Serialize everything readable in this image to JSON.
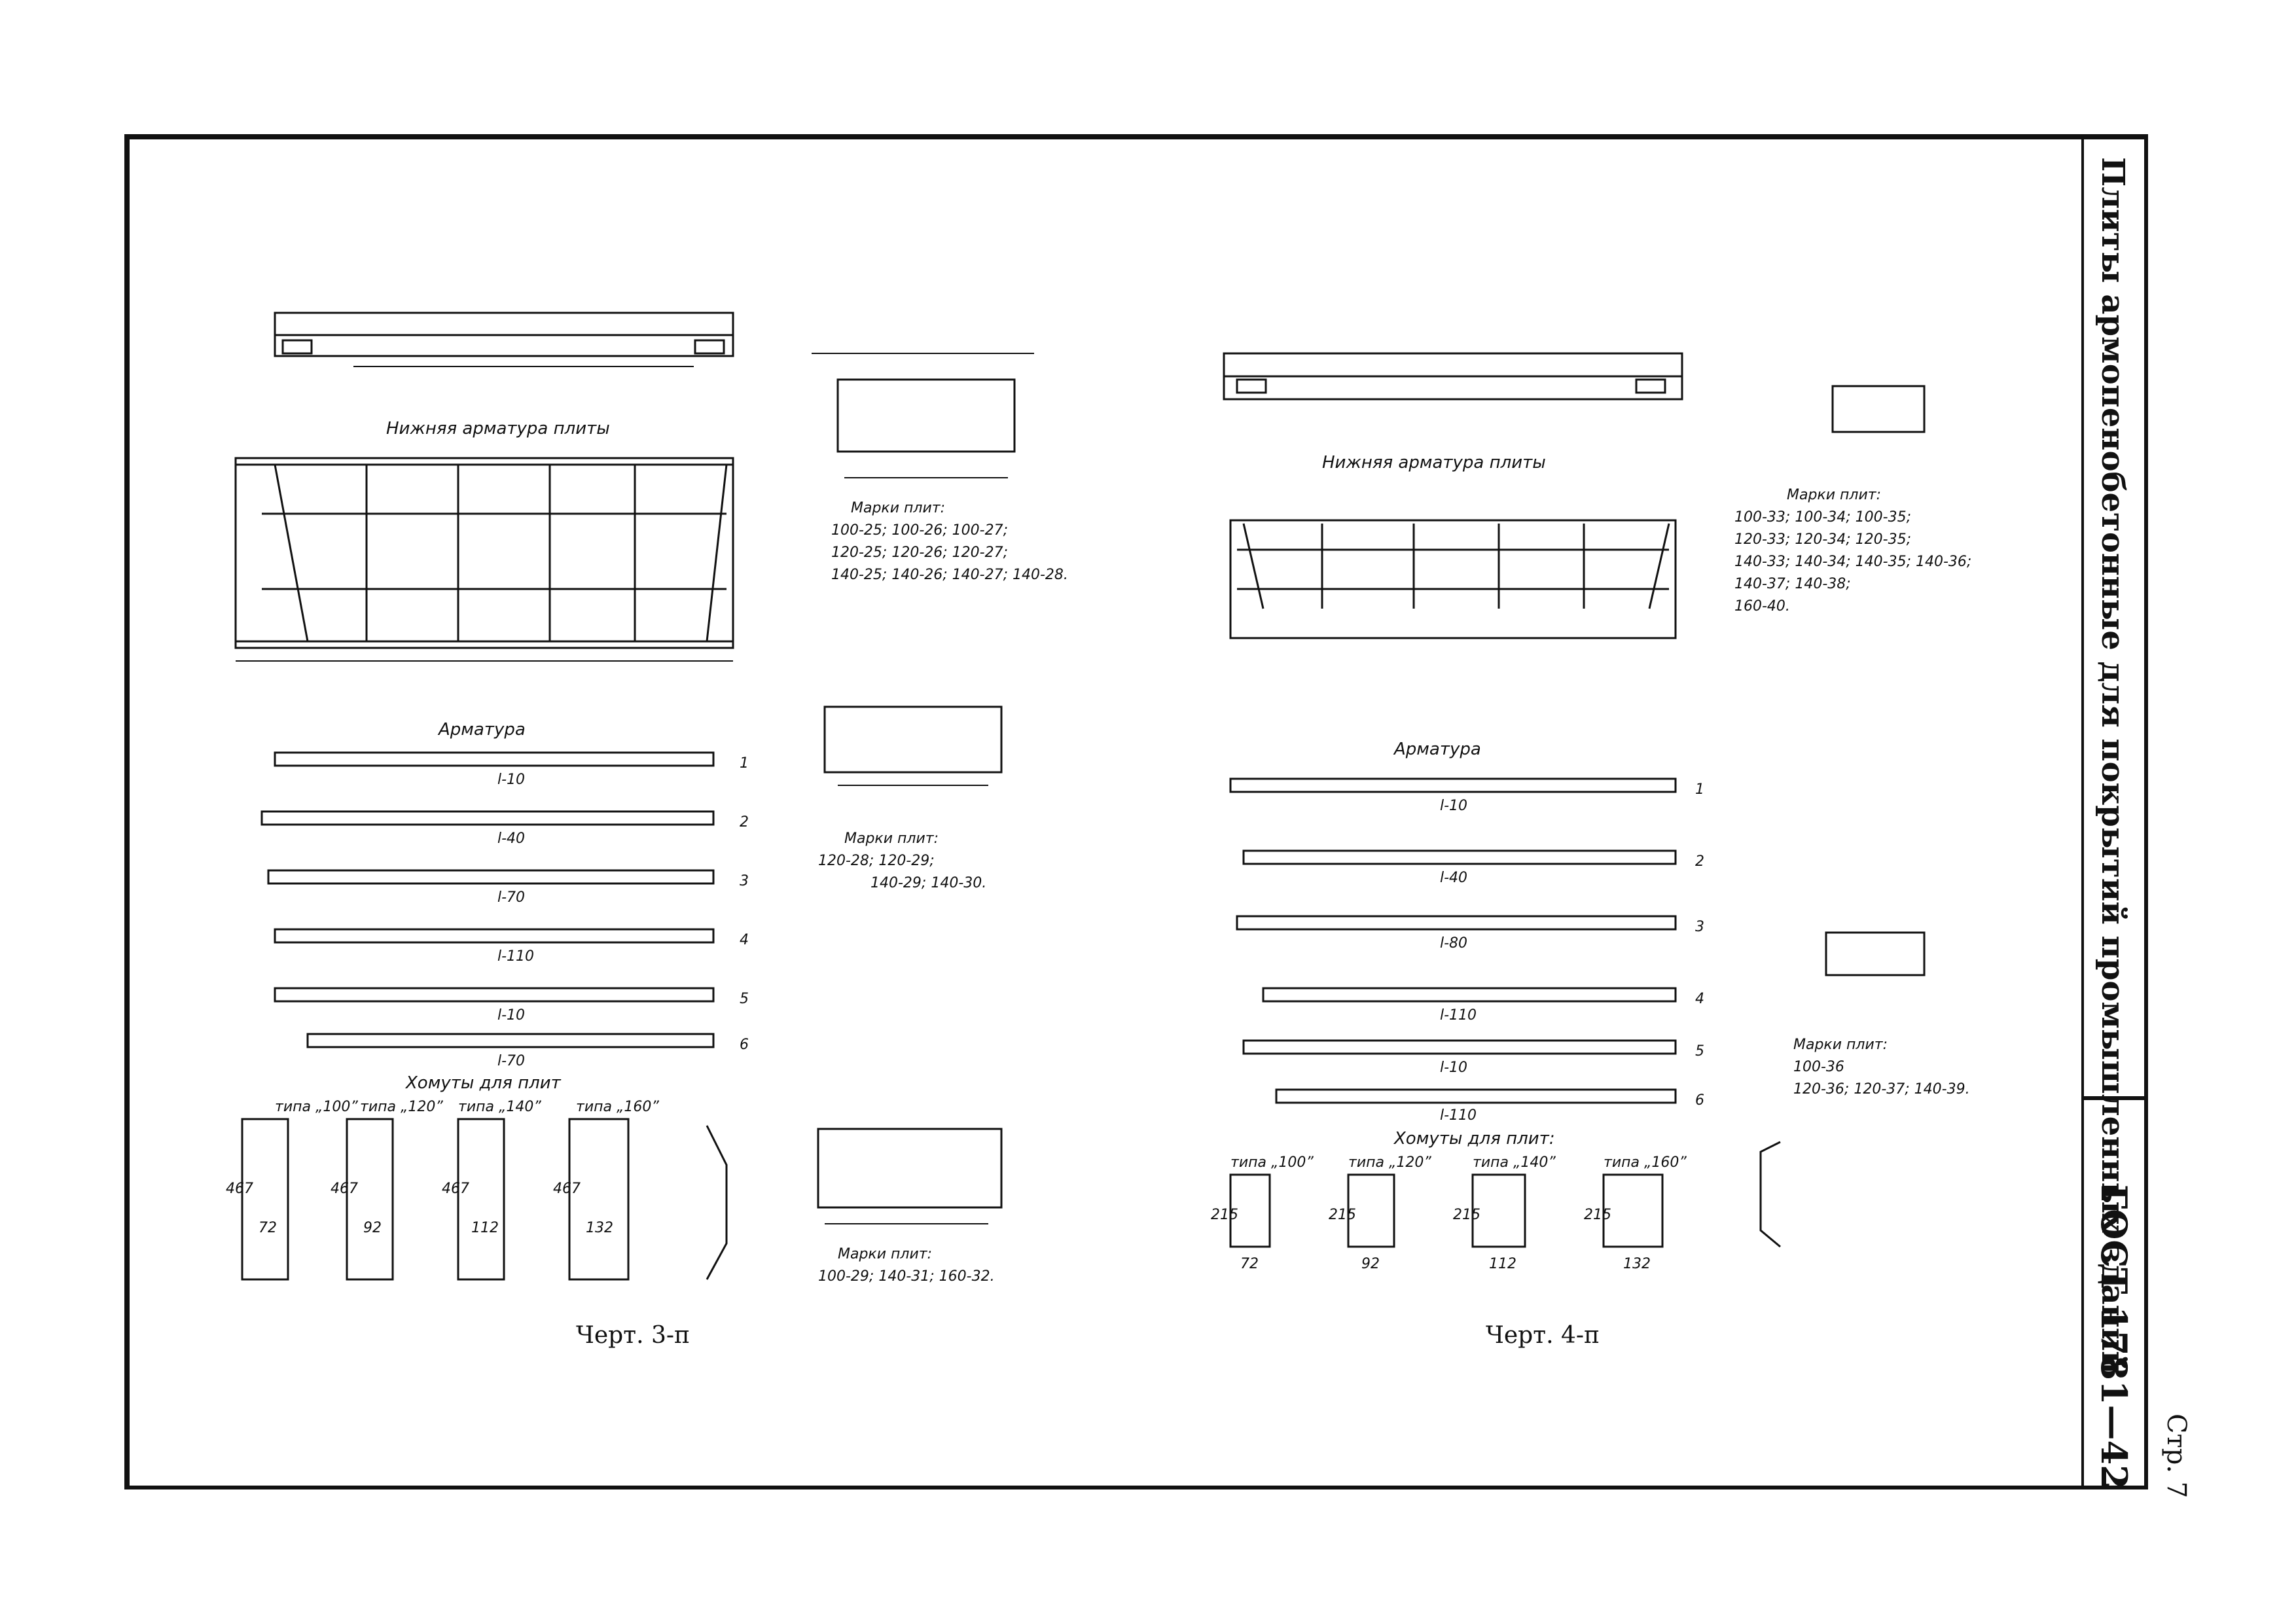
{
  "side": {
    "title": "Плиты армопенобетонные для покрытий промышленных зданий",
    "standard": "ГОСТ 1781—42",
    "page": "Стр. 7"
  },
  "sheet3": {
    "caption": "Черт. 3-п",
    "bottom_rebar_title": "Нижняя арматура плиты",
    "rebar_title": "Арматура",
    "stirrups_title": "Хомуты для плит",
    "marks_title": "Марки плит:",
    "marks_a": [
      "100-25; 100-26; 100-27;",
      "120-25; 120-26; 120-27;",
      "140-25; 140-26; 140-27; 140-28."
    ],
    "marks_b": [
      "120-28; 120-29;",
      "140-29; 140-30."
    ],
    "marks_c": [
      "100-29; 140-31; 160-32."
    ],
    "bars": [
      {
        "no": "1",
        "len": "l-10"
      },
      {
        "no": "2",
        "len": "l-40"
      },
      {
        "no": "3",
        "len": "l-70"
      },
      {
        "no": "4",
        "len": "l-110"
      },
      {
        "no": "5",
        "len": "l-10"
      },
      {
        "no": "6",
        "len": "l-70"
      }
    ],
    "stirrups": [
      {
        "type": "типа „100”",
        "h": "467",
        "w": "72"
      },
      {
        "type": "типа „120”",
        "h": "467",
        "w": "92"
      },
      {
        "type": "типа „140”",
        "h": "467",
        "w": "112"
      },
      {
        "type": "типа „160”",
        "h": "467",
        "w": "132"
      }
    ]
  },
  "sheet4": {
    "caption": "Черт. 4-п",
    "bottom_rebar_title": "Нижняя арматура плиты",
    "rebar_title": "Арматура",
    "stirrups_title": "Хомуты для плит:",
    "marks_title": "Марки плит:",
    "marks_a": [
      "100-33; 100-34; 100-35;",
      "120-33; 120-34; 120-35;",
      "140-33; 140-34; 140-35; 140-36;",
      "140-37; 140-38;",
      "160-40."
    ],
    "marks_b": [
      "100-36",
      "120-36; 120-37; 140-39."
    ],
    "bars": [
      {
        "no": "1",
        "len": "l-10"
      },
      {
        "no": "2",
        "len": "l-40"
      },
      {
        "no": "3",
        "len": "l-80"
      },
      {
        "no": "4",
        "len": "l-110"
      },
      {
        "no": "5",
        "len": "l-10"
      },
      {
        "no": "6",
        "len": "l-110"
      }
    ],
    "stirrups": [
      {
        "type": "типа „100”",
        "h": "215",
        "w": "72"
      },
      {
        "type": "типа „120”",
        "h": "215",
        "w": "92"
      },
      {
        "type": "типа „140”",
        "h": "215",
        "w": "112"
      },
      {
        "type": "типа „160”",
        "h": "215",
        "w": "132"
      }
    ]
  }
}
